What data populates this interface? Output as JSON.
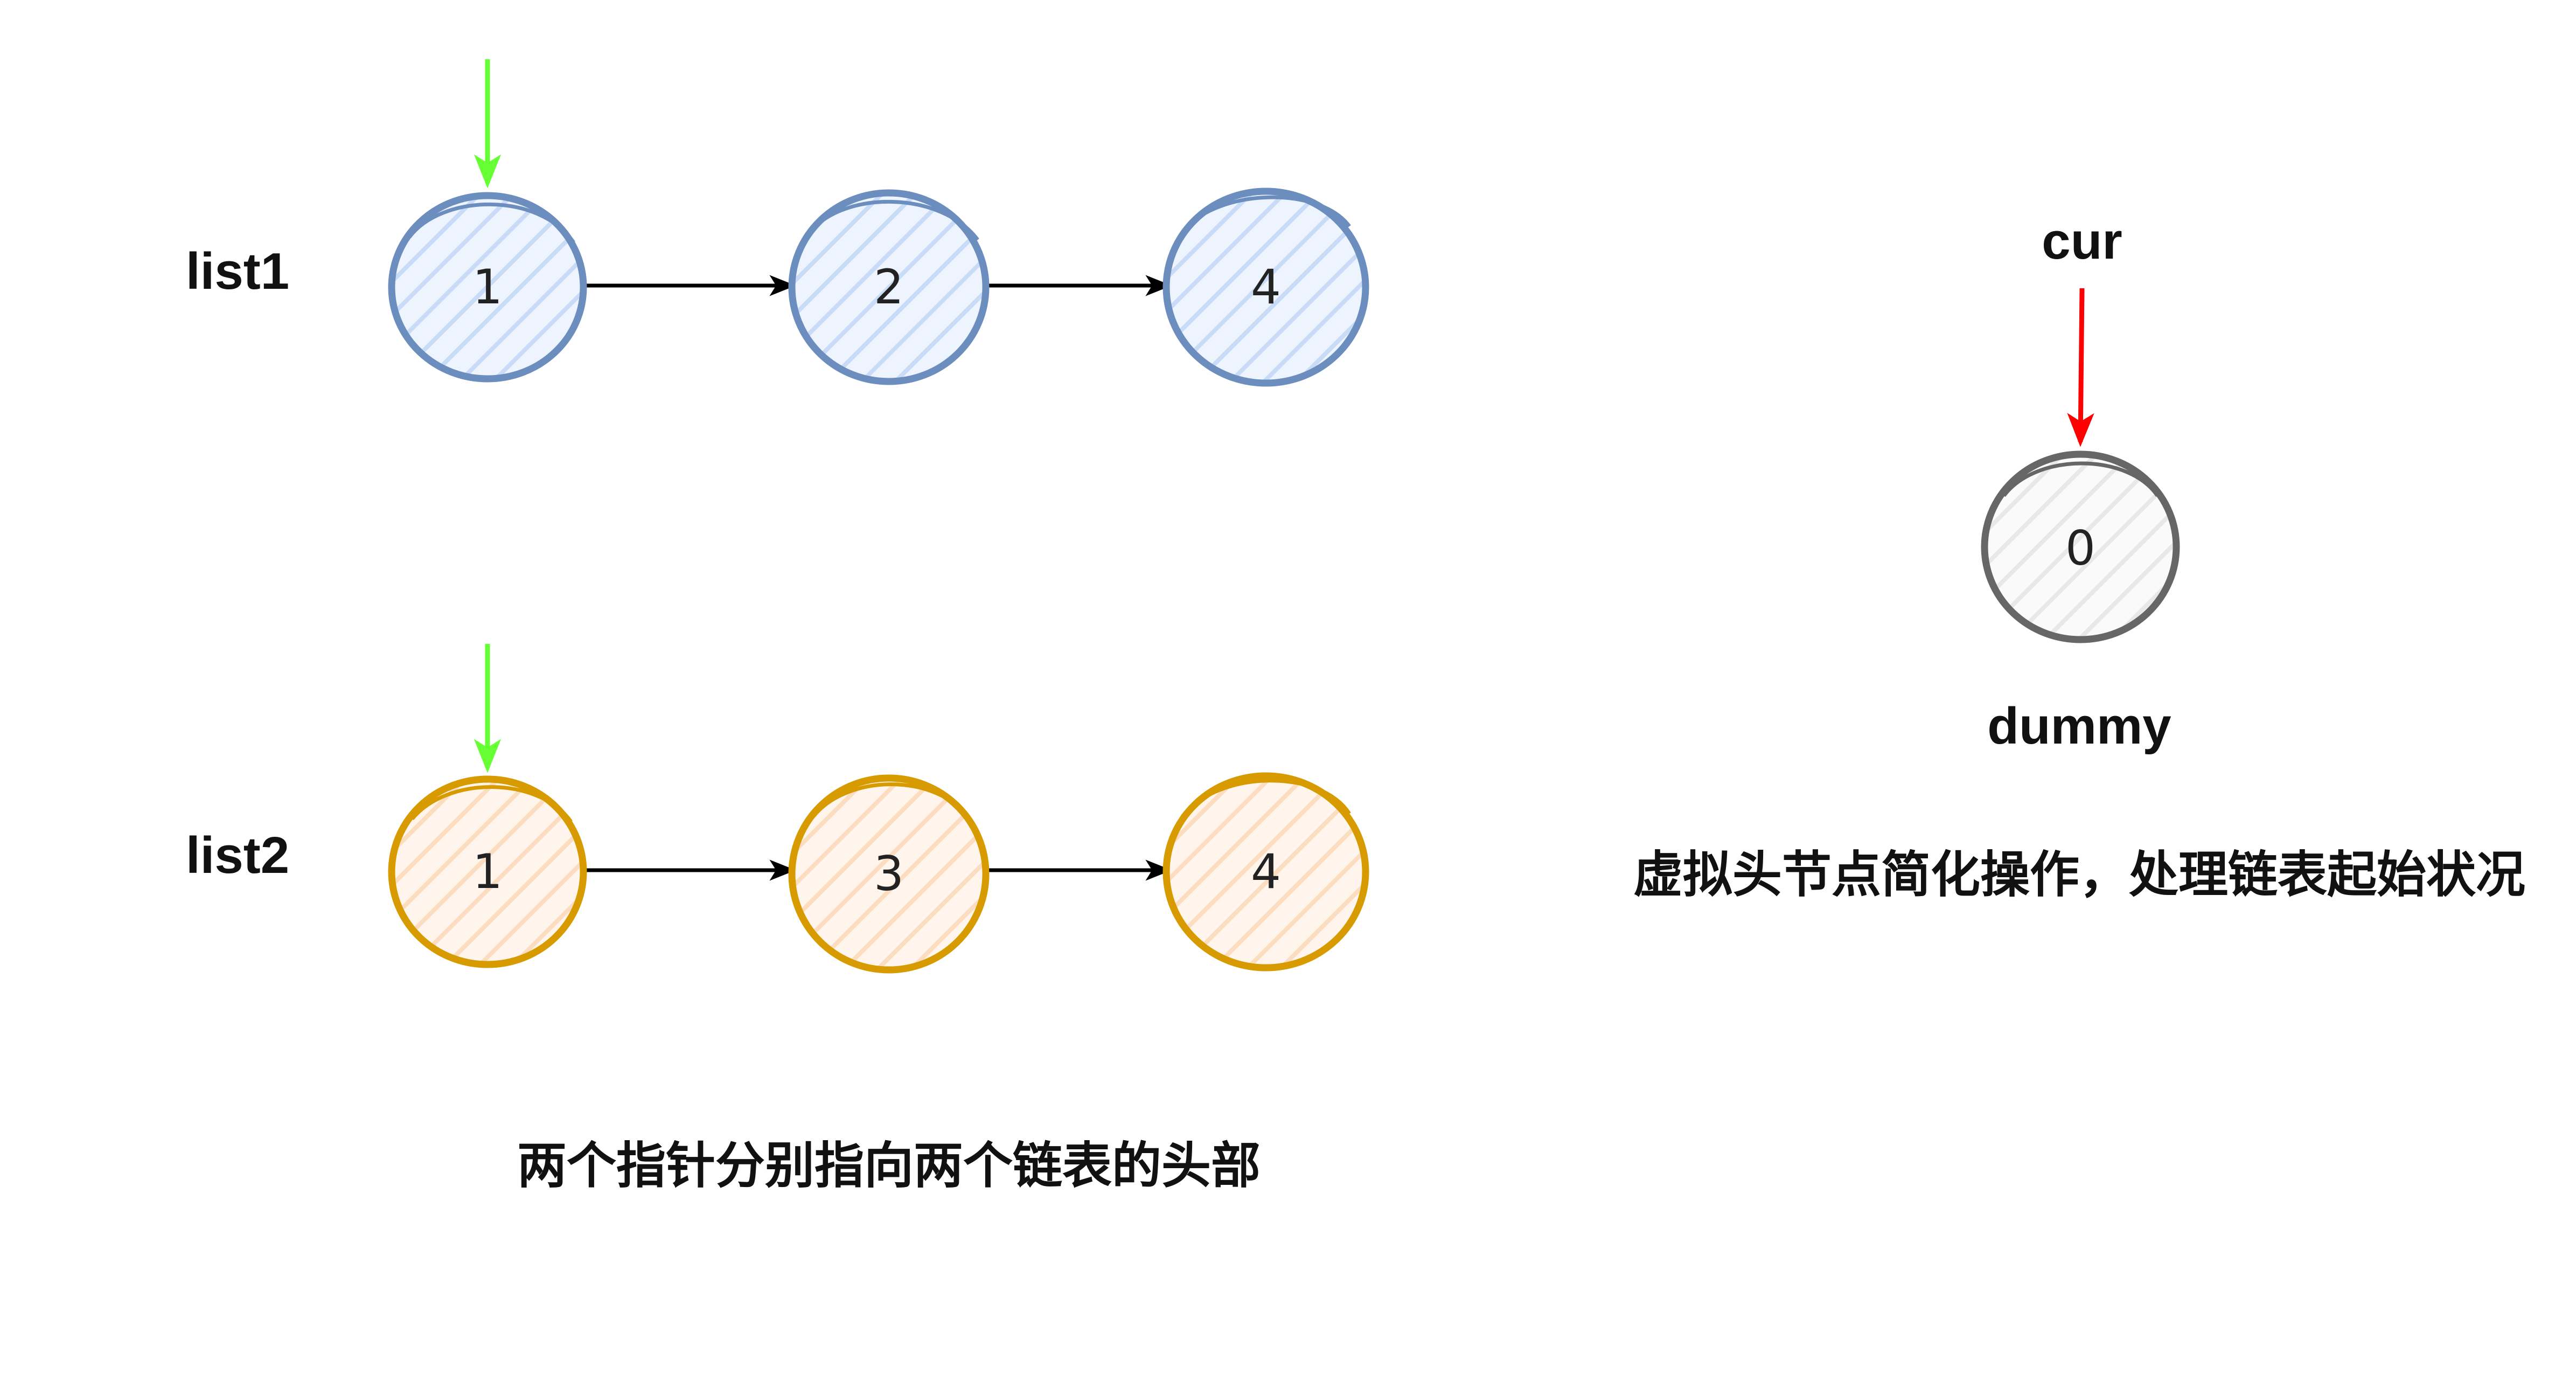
{
  "list1": {
    "label": "list1",
    "nodes": [
      "1",
      "2",
      "4"
    ],
    "colors": {
      "stroke": "#6C8EBF",
      "fill": "#DAE8FC"
    }
  },
  "list2": {
    "label": "list2",
    "nodes": [
      "1",
      "3",
      "4"
    ],
    "colors": {
      "stroke": "#D79B00",
      "fill": "#FFE6CC"
    }
  },
  "dummy": {
    "pointer_label": "cur",
    "value": "0",
    "label": "dummy",
    "colors": {
      "stroke": "#666666",
      "fill": "#F5F5F5"
    }
  },
  "captions": {
    "left": "两个指针分别指向两个链表的头部",
    "right": "虚拟头节点简化操作，处理链表起始状况"
  },
  "pointer_colors": {
    "head": "#66FF33",
    "cur": "#FF0000",
    "link": "#000000"
  }
}
